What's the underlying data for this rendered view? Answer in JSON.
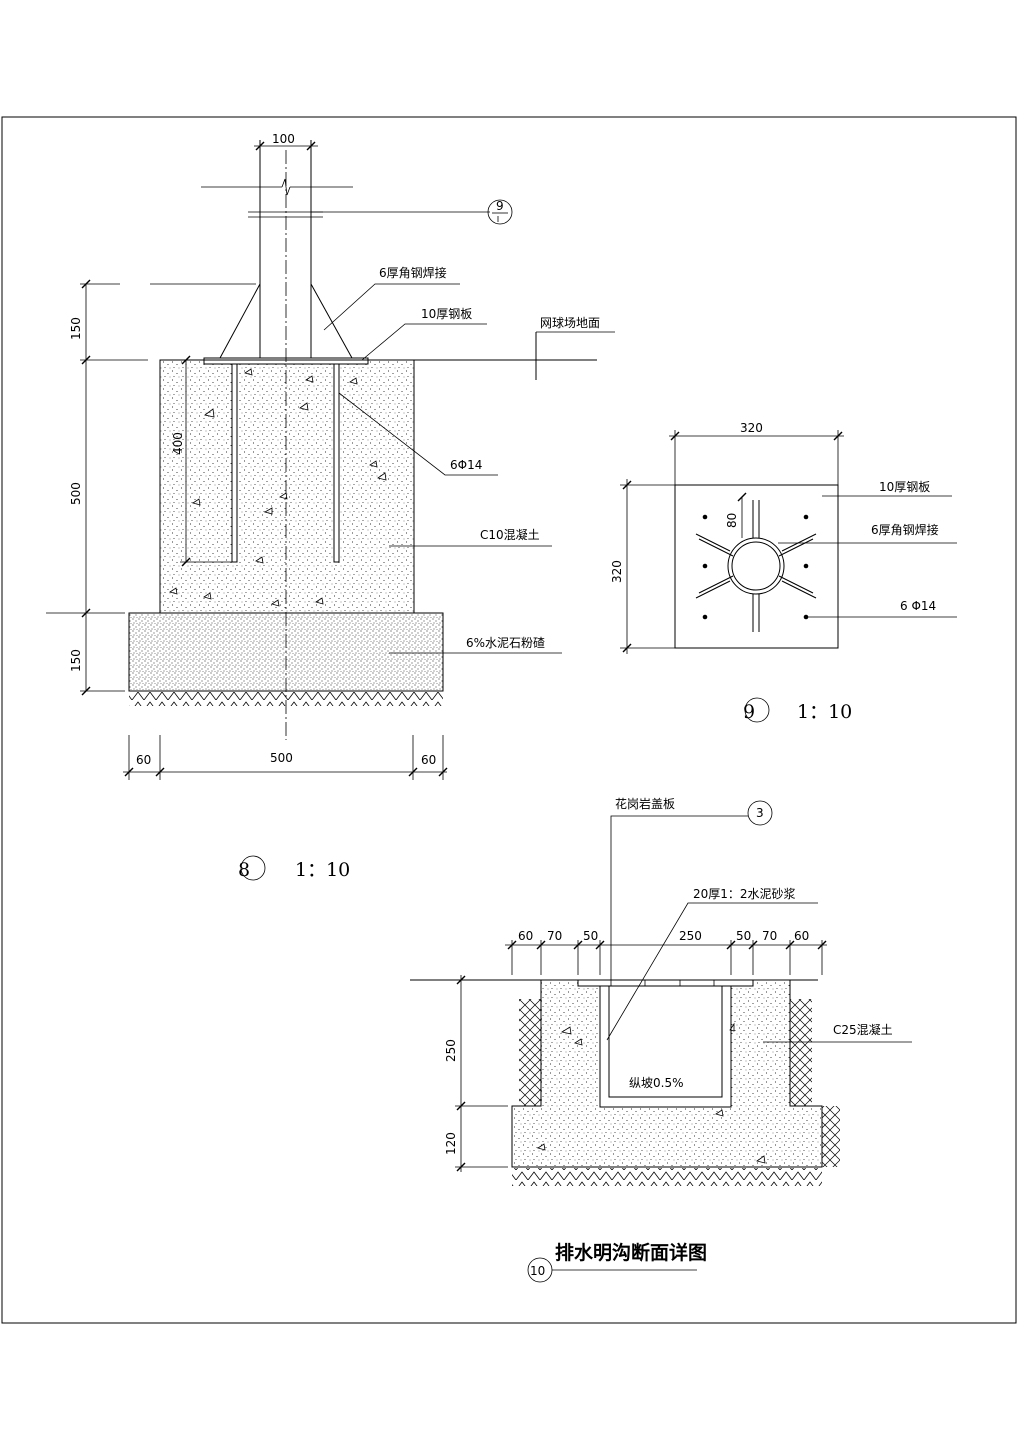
{
  "detail8": {
    "dims": {
      "post_width": "100",
      "h_top": "150",
      "h_mid": "500",
      "h_bot": "150",
      "anchor_len": "400",
      "base_left": "60",
      "base_mid": "500",
      "base_right": "60"
    },
    "labels": {
      "angle": "6厚角钢焊接",
      "plate": "10厚钢板",
      "ground": "网球场地面",
      "rebar": "6Φ14",
      "concrete": "C10混凝土",
      "gravel": "6%水泥石粉碴"
    },
    "callout": "9",
    "number": "8",
    "scale": "1：10"
  },
  "detail9": {
    "dims": {
      "width": "320",
      "height": "320",
      "radius": "80"
    },
    "labels": {
      "plate": "10厚钢板",
      "angle": "6厚角钢焊接",
      "rebar": "6 Φ14"
    },
    "number": "9",
    "scale": "1：10"
  },
  "detail10": {
    "dims": [
      "60",
      "70",
      "50",
      "250",
      "50",
      "70",
      "60"
    ],
    "depth": "250",
    "base": "120",
    "labels": {
      "cover": "花岗岩盖板",
      "mortar": "20厚1：2水泥砂浆",
      "concrete": "C25混凝土",
      "slope": "纵坡0.5%"
    },
    "callout": "3",
    "number": "10",
    "title": "排水明沟断面详图"
  }
}
